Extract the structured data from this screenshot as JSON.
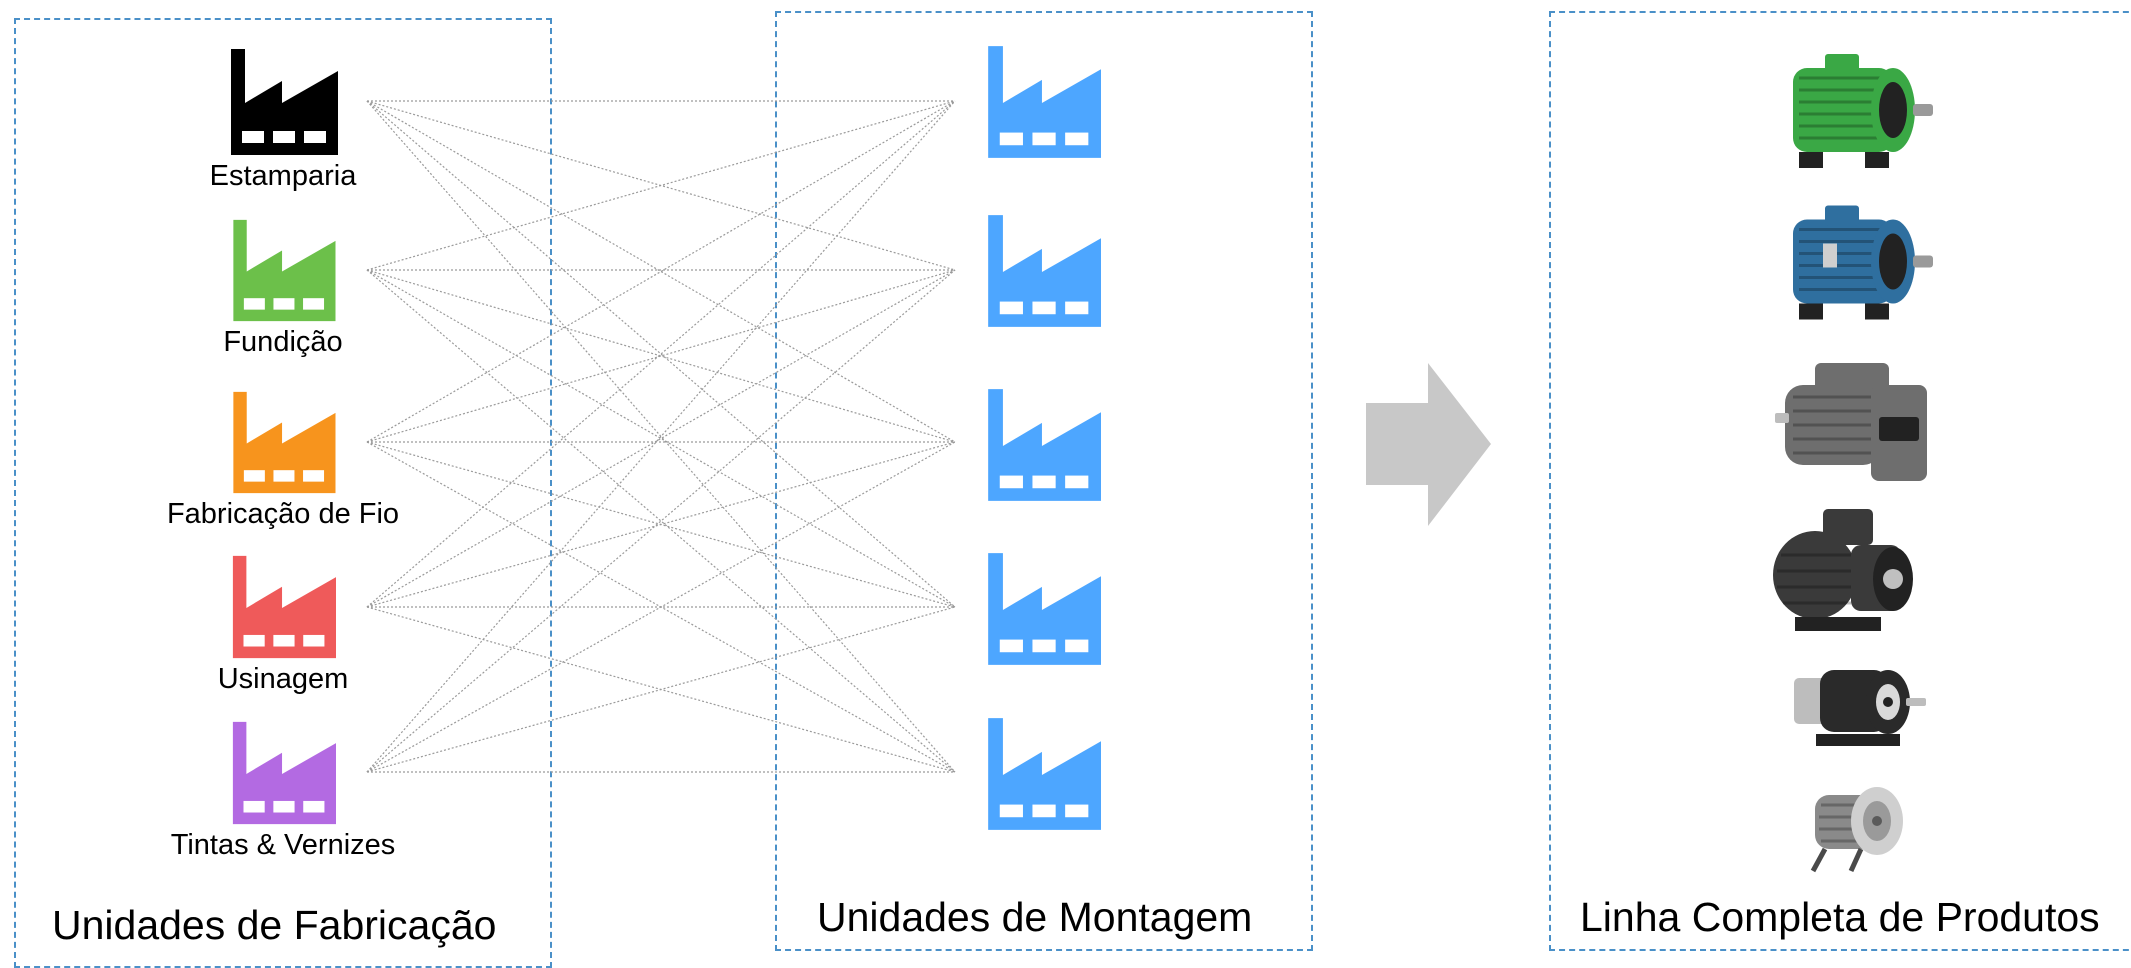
{
  "manufacturing": {
    "title": "Unidades de Fabricação",
    "units": [
      {
        "label": "Estamparia",
        "color": "#000000",
        "icon": "factory-icon"
      },
      {
        "label": "Fundição",
        "color": "#6cc04a",
        "icon": "factory-icon"
      },
      {
        "label": "Fabricação de Fio",
        "color": "#f7941d",
        "icon": "factory-icon"
      },
      {
        "label": "Usinagem",
        "color": "#ef5a5a",
        "icon": "factory-icon"
      },
      {
        "label": "Tintas & Vernizes",
        "color": "#b36ae2",
        "icon": "factory-icon"
      }
    ]
  },
  "assembly": {
    "title": "Unidades de Montagem",
    "color": "#4da6ff",
    "unit_count": 5,
    "icon": "factory-icon"
  },
  "flow_arrow": {
    "icon": "right-arrow-icon",
    "color": "#c8c8c8"
  },
  "products": {
    "title": "Linha Completa de Produtos",
    "items": [
      {
        "icon": "motor-icon",
        "color": "#3aa845"
      },
      {
        "icon": "motor-icon",
        "color": "#2f6f9f"
      },
      {
        "icon": "motor-icon",
        "color": "#6e6e6e"
      },
      {
        "icon": "motor-icon",
        "color": "#3a3a3a"
      },
      {
        "icon": "motor-icon",
        "color": "#2a2a2a"
      },
      {
        "icon": "motor-icon",
        "color": "#8a8a8a"
      }
    ]
  },
  "link_color": "#9a9a9a"
}
